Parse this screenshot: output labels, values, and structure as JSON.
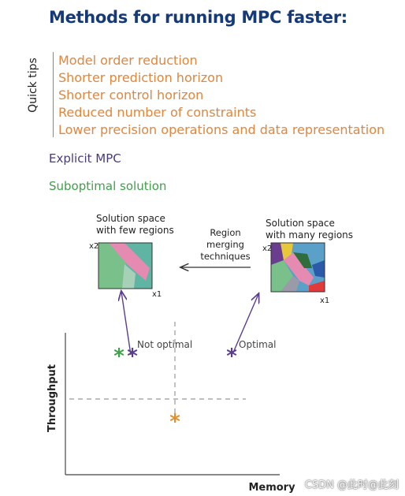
{
  "title": "Methods for running MPC faster:",
  "quick_tips": {
    "label": "Quick tips",
    "items": [
      "Model order reduction",
      "Shorter prediction horizon",
      "Shorter control horizon",
      "Reduced number of constraints",
      "Lower precision operations and data representation"
    ]
  },
  "explicit_mpc": "Explicit MPC",
  "suboptimal": "Suboptimal solution",
  "few_regions_caption": [
    "Solution space",
    "with few regions"
  ],
  "many_regions_caption": [
    "Solution space",
    "with many regions"
  ],
  "merging_caption": [
    "Region",
    "merging",
    "techniques"
  ],
  "axis_label_x2": "x2",
  "axis_label_x1": "x1",
  "plot": {
    "ylabel": "Throughput",
    "xlabel": "Memory",
    "not_optimal_label": "Not optimal",
    "optimal_label": "Optimal"
  },
  "colors": {
    "title": "#163a78",
    "tips": "#e0863d",
    "explicit": "#4a3a7a",
    "suboptimal": "#3fa04a",
    "purple_star": "#5b3d8f",
    "green_star": "#3fa04a",
    "orange_star": "#e0912f"
  },
  "watermark": "CSDN @此时@此刻"
}
